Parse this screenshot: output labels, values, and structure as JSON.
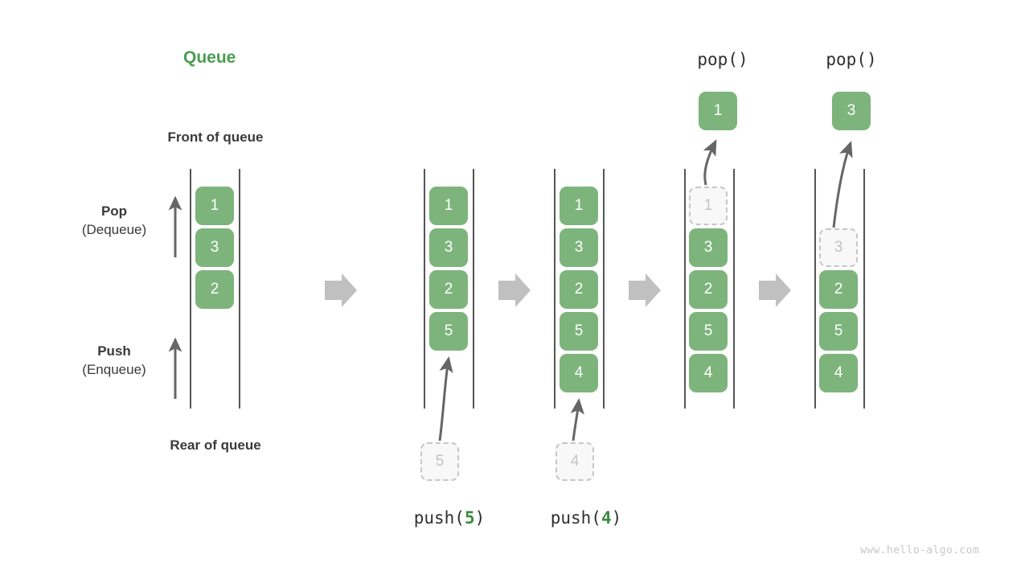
{
  "title": "Queue",
  "labels": {
    "front_of_queue": "Front of queue",
    "rear_of_queue": "Rear of queue",
    "pop_bold": "Pop",
    "pop_paren": "(Dequeue)",
    "push_bold": "Push",
    "push_paren": "(Enqueue)"
  },
  "watermark": "www.hello-algo.com",
  "colors": {
    "accent_green": "#4a9c50",
    "cell_green": "#7db47c",
    "ghost_border": "#c6c6c6",
    "ghost_text": "#c4c4c4",
    "rail": "#555555",
    "arrow_gray": "#666666",
    "block_arrow": "#c0c0c0",
    "text_dark": "#3a3a3a",
    "watermark": "#c8c8c8"
  },
  "stages": [
    {
      "id": "initial",
      "op_label_prefix": "",
      "op_label_arg": "",
      "op_label_suffix": "",
      "cells": [
        "1",
        "3",
        "2"
      ],
      "incoming": null,
      "ghost_index": null,
      "popped": null,
      "top_label": ""
    },
    {
      "id": "push5",
      "op_label_prefix": "push(",
      "op_label_arg": "5",
      "op_label_suffix": ")",
      "cells": [
        "1",
        "3",
        "2",
        "5"
      ],
      "incoming": "5",
      "ghost_index": null,
      "popped": null,
      "top_label": ""
    },
    {
      "id": "push4",
      "op_label_prefix": "push(",
      "op_label_arg": "4",
      "op_label_suffix": ")",
      "cells": [
        "1",
        "3",
        "2",
        "5",
        "4"
      ],
      "incoming": "4",
      "ghost_index": null,
      "popped": null,
      "top_label": ""
    },
    {
      "id": "pop1",
      "op_label_prefix": "",
      "op_label_arg": "",
      "op_label_suffix": "",
      "cells": [
        "1",
        "3",
        "2",
        "5",
        "4"
      ],
      "incoming": null,
      "ghost_index": 0,
      "popped": "1",
      "top_label": "pop()"
    },
    {
      "id": "pop3",
      "op_label_prefix": "",
      "op_label_arg": "",
      "op_label_suffix": "",
      "cells": [
        "3",
        "2",
        "5",
        "4"
      ],
      "incoming": null,
      "ghost_index": 0,
      "popped": "3",
      "top_label": "pop()"
    }
  ],
  "cells": {
    "s0_c0": "1",
    "s0_c1": "3",
    "s0_c2": "2",
    "s1_c0": "1",
    "s1_c1": "3",
    "s1_c2": "2",
    "s1_c3": "5",
    "s1_in": "5",
    "s2_c0": "1",
    "s2_c1": "3",
    "s2_c2": "2",
    "s2_c3": "5",
    "s2_c4": "4",
    "s2_in": "4",
    "s3_g0": "1",
    "s3_c1": "3",
    "s3_c2": "2",
    "s3_c3": "5",
    "s3_c4": "4",
    "s3_pop": "1",
    "s4_g0": "3",
    "s4_c1": "2",
    "s4_c2": "5",
    "s4_c3": "4",
    "s4_pop": "3"
  },
  "op_labels": {
    "push5_prefix": "push(",
    "push5_arg": "5",
    "push5_suffix": ")",
    "push4_prefix": "push(",
    "push4_arg": "4",
    "push4_suffix": ")",
    "pop1": "pop()",
    "pop3": "pop()"
  }
}
